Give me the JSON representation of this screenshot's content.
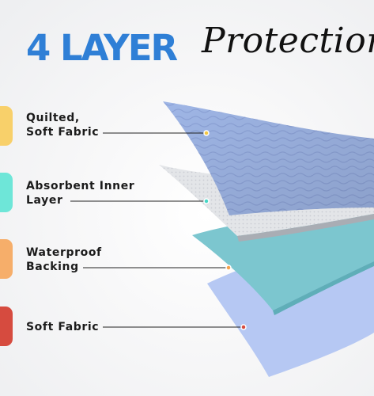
{
  "title": {
    "main": "4 LAYER",
    "script": "Protection"
  },
  "colors": {
    "title_blue": "#2f7fd6",
    "layer1": "#9fb6e6",
    "layer2": "#e3e5e8",
    "layer3": "#7cc6cf",
    "layer4": "#b6c8f3"
  },
  "layers": [
    {
      "lines": [
        "Quilted,",
        "Soft Fabric"
      ],
      "color": "#f8d06a",
      "dot": "#f5c842"
    },
    {
      "lines": [
        "Absorbent Inner",
        "Layer"
      ],
      "color": "#6ee6d8",
      "dot": "#47d6c6"
    },
    {
      "lines": [
        "Waterproof",
        "Backing"
      ],
      "color": "#f6ae6a",
      "dot": "#f4a24e"
    },
    {
      "lines": [
        "Soft Fabric"
      ],
      "color": "#d64b3f",
      "dot": "#d64b3f"
    }
  ]
}
